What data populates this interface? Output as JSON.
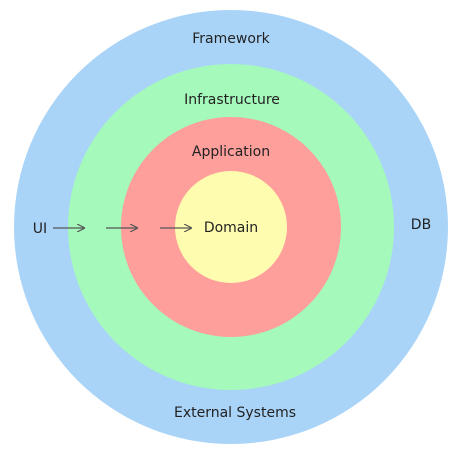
{
  "diagram": {
    "layers": [
      {
        "name": "framework",
        "label": "Framework",
        "color": "#a9d4f8"
      },
      {
        "name": "infrastructure",
        "label": "Infrastructure",
        "color": "#a4f9bb"
      },
      {
        "name": "application",
        "label": "Application",
        "color": "#fe9f9c"
      },
      {
        "name": "domain",
        "label": "Domain",
        "color": "#fefdaf"
      }
    ],
    "labels": {
      "ui": "UI",
      "db": "DB",
      "external": "External Systems"
    },
    "arrow_color": "#555555",
    "text_color": "#222222"
  }
}
